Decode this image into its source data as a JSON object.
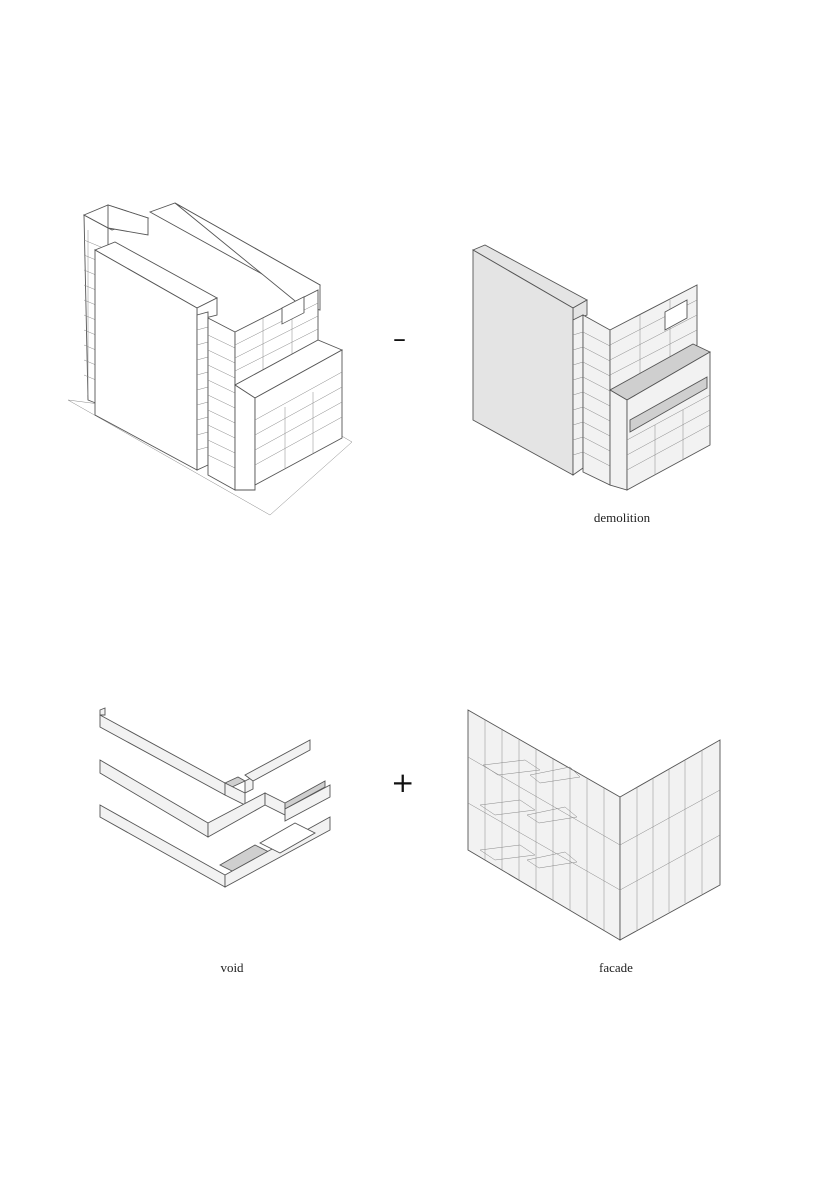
{
  "diagrams": {
    "existing": {
      "label": ""
    },
    "demolition": {
      "label": "demolition"
    },
    "void": {
      "label": "void"
    },
    "facade": {
      "label": "facade"
    }
  },
  "operators": {
    "minus": "–",
    "plus": "+"
  }
}
